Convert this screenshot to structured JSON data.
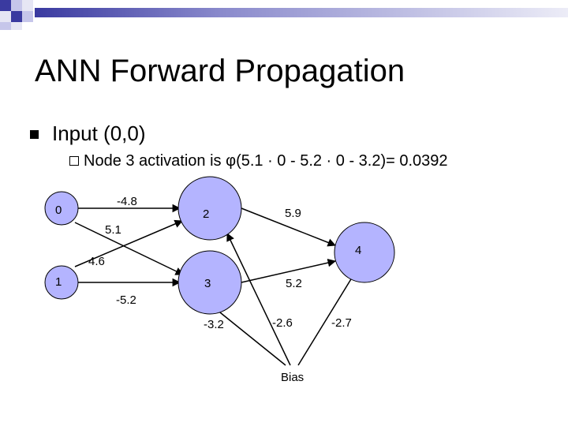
{
  "slide": {
    "title": "ANN Forward Propagation",
    "bullet_level1": "Input (0,0)",
    "bullet_level2": "Node 3 activation is  φ(5.1 · 0 - 5.2 · 0 - 3.2)=  0.0392"
  },
  "network": {
    "nodes": [
      {
        "id": "0",
        "label": "0"
      },
      {
        "id": "1",
        "label": "1"
      },
      {
        "id": "2",
        "label": "2"
      },
      {
        "id": "3",
        "label": "3"
      },
      {
        "id": "4",
        "label": "4"
      }
    ],
    "bias_label": "Bias",
    "edge_weights": {
      "w_0_2": "-4.8",
      "w_0_3": "5.1",
      "w_1_2": "4.6",
      "w_1_3": "-5.2",
      "w_2_4": "5.9",
      "w_3_4": "5.2",
      "bias_3": "-3.2",
      "bias_2": "-2.6",
      "bias_4": "-2.7"
    }
  },
  "colors": {
    "node_fill": "#b4b4ff",
    "header_dark": "#3a3aa0",
    "header_light": "#c6c6ea"
  }
}
